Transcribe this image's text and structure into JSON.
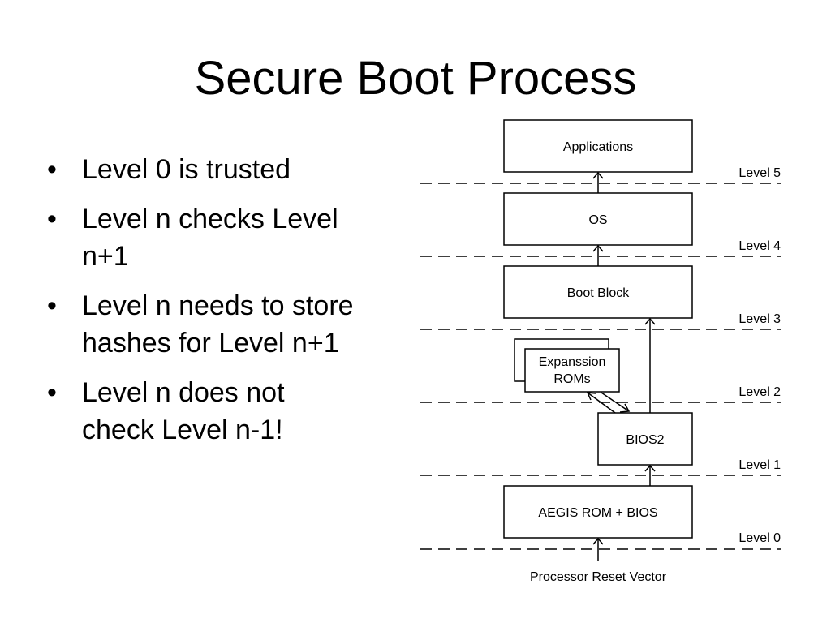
{
  "title": "Secure Boot Process",
  "bullets": [
    {
      "line1": "Level 0 is trusted",
      "line2": ""
    },
    {
      "line1": "Level n checks Level",
      "line2": "n+1"
    },
    {
      "line1": "Level n needs to store",
      "line2": "hashes for Level n+1"
    },
    {
      "line1": "Level n does not",
      "line2": "check Level n-1!"
    }
  ],
  "bullet_glyph": "•",
  "diagram": {
    "boxes": {
      "applications": "Applications",
      "os": "OS",
      "boot_block": "Boot Block",
      "expansion_roms_line1": "Expanssion",
      "expansion_roms_line2": "ROMs",
      "bios2": "BIOS2",
      "aegis": "AEGIS ROM + BIOS"
    },
    "levels": [
      "Level 5",
      "Level 4",
      "Level 3",
      "Level 2",
      "Level 1",
      "Level 0"
    ],
    "reset_vector": "Processor Reset Vector"
  }
}
